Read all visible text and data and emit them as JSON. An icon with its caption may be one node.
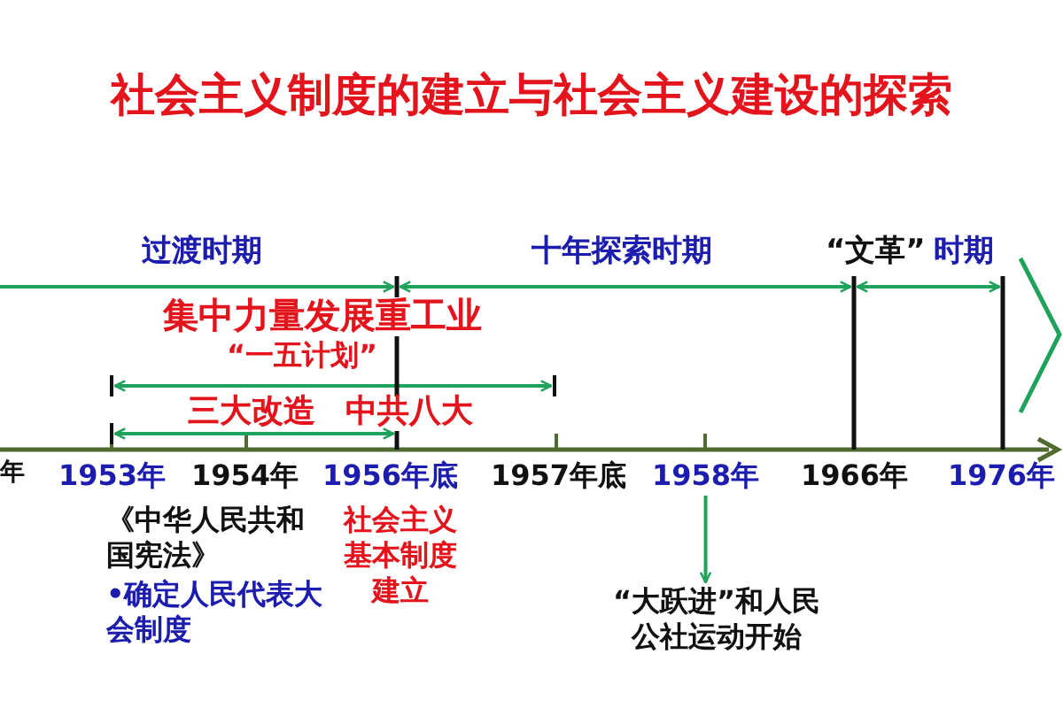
{
  "diagram": {
    "title": "社会主义制度的建立与社会主义建设的探索",
    "nodes": [
      {
        "text": [
          "1958年"
        ]
      },
      {
        "text": [
          "“大跃进”和人民公社运动开始"
        ]
      }
    ],
    "edges": [
      {
        "from": 0,
        "to": 1,
        "arrow": "to"
      }
    ],
    "labels": [
      "过渡时期",
      "十年探索时期",
      "“文革”",
      "时期",
      "集中力量发展重工业",
      "“一五计划”",
      "三大改造",
      "中共八大",
      "年",
      "1953年",
      "1954年",
      "1956年底",
      "1957年底",
      "1966年",
      "1976年",
      "《中华人民共和国宪法》",
      "•确定人民代表大会制度",
      "社会主义基本制度建立"
    ]
  }
}
